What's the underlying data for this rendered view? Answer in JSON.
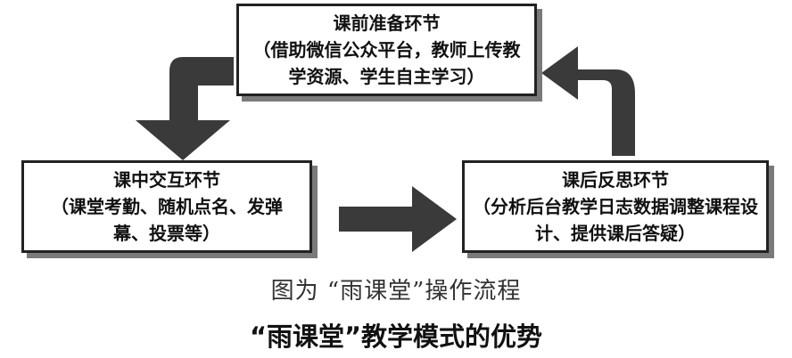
{
  "boxes": {
    "pre_class": {
      "title": "课前准备环节",
      "desc": "（借助微信公众平台，教师上传教学资源、学生自主学习）"
    },
    "in_class": {
      "title": "课中交互环节",
      "desc": "（课堂考勤、随机点名、发弹幕、投票等）"
    },
    "post_class": {
      "title": "课后反思环节",
      "desc": "（分析后台教学日志数据调整课程设计、提供课后答疑）"
    }
  },
  "captions": {
    "figure": "图为 “雨课堂”操作流程",
    "main": "“雨课堂”教学模式的优势"
  },
  "colors": {
    "arrow": "#3a3a3a",
    "shadow": "#7a7a7a",
    "border": "#222222"
  }
}
